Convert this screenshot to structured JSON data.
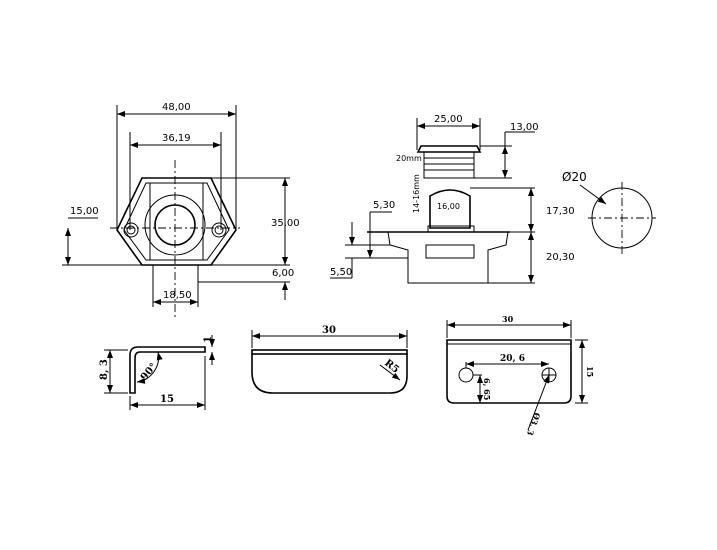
{
  "front_view": {
    "overall_width": "48,00",
    "hole_spacing": "36,19",
    "hole_height": "15,00",
    "height": "35,00",
    "protrusion": "6,00",
    "body_width": "18,50"
  },
  "side_view": {
    "cap_diameter": "25,00",
    "cap_height": "13,00",
    "hole_size": "20mm",
    "panel_thickness": "14-16mm",
    "knob_width": "16,00",
    "knob_height": "17,30",
    "body_depth": "20,30",
    "dim_a": "5,30",
    "dim_b": "5,50"
  },
  "cutout_view": {
    "diameter": "Ø20"
  },
  "bracket_side": {
    "height": "8, 3",
    "length": "15",
    "thickness": "1",
    "angle": "90°"
  },
  "bracket_front": {
    "length": "30",
    "radius": "R5"
  },
  "bracket_top": {
    "length": "30",
    "height": "15",
    "hole_spacing": "20, 6",
    "hole_offset": "6, 65",
    "hole_diameter": "Ø3, 3"
  }
}
